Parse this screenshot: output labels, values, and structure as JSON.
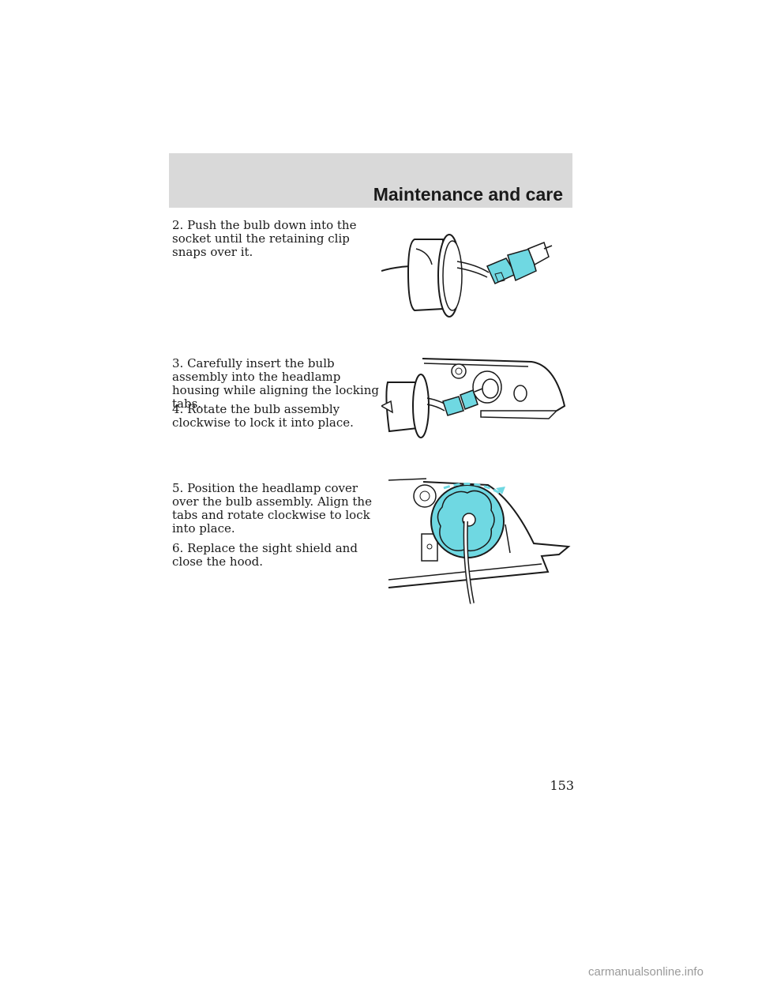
{
  "header": {
    "section_title": "Maintenance and care"
  },
  "steps": [
    {
      "text": "2. Push the bulb down into the socket until the retaining clip snaps over it."
    },
    {
      "text": "3. Carefully insert the bulb assembly into the headlamp housing while aligning the locking tabs."
    },
    {
      "text": "4. Rotate the bulb assembly clockwise to lock it into place."
    },
    {
      "text": "5. Position the headlamp cover over the bulb assembly. Align the tabs and rotate clockwise to lock into place."
    },
    {
      "text": "6. Replace the sight shield and close the hood."
    }
  ],
  "page_number": "153",
  "watermark": "carmanualsonline.info",
  "colors": {
    "header_band": "#d9d9d9",
    "highlight": "#6fd8e2",
    "line": "#1a1a1a"
  }
}
